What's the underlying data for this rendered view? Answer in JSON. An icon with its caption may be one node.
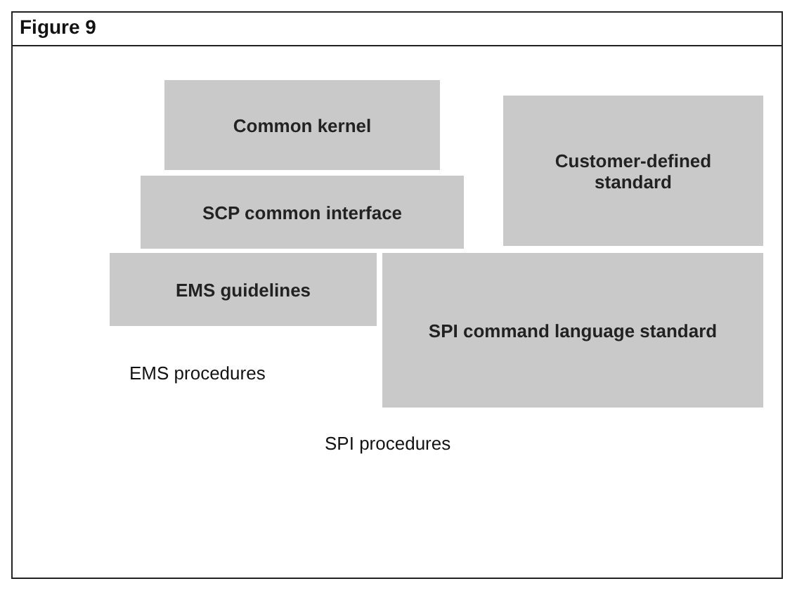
{
  "diagram": {
    "title": "Figure 9",
    "nodes": [
      {
        "text": [
          "Common kernel"
        ]
      },
      {
        "text": [
          "Customer-defined standard"
        ]
      },
      {
        "text": [
          "SCP common interface"
        ]
      },
      {
        "text": [
          "EMS guidelines"
        ]
      },
      {
        "text": [
          "SPI command language standard"
        ]
      }
    ],
    "labels": [
      "EMS procedures",
      "SPI procedures"
    ]
  }
}
